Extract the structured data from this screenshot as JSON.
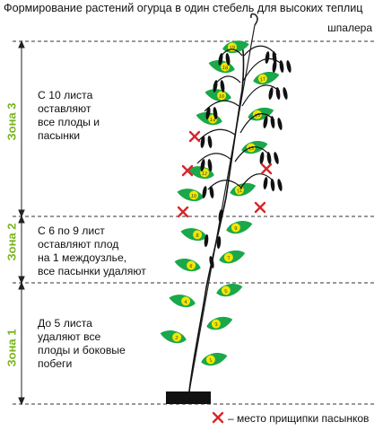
{
  "title": "Формирование растений огурца в один стебель для высоких теплиц",
  "trellis_label": "шпалера",
  "zones": [
    {
      "name": "Зона 3",
      "lines": [
        "С 10 листа",
        "оставляют",
        "все плоды и",
        "пасынки"
      ]
    },
    {
      "name": "Зона 2",
      "lines": [
        "С 6 по 9 лист",
        "оставляют плод",
        "на 1 междоузлье,",
        "все пасынки удаляют"
      ]
    },
    {
      "name": "Зона 1",
      "lines": [
        "До 5 листа",
        "удаляют все",
        "плоды и боковые",
        "побеги"
      ]
    }
  ],
  "legend": {
    "symbol": "×",
    "text": "– место прищипки пасынков"
  },
  "leaf_numbers": [
    "1",
    "2",
    "3",
    "4",
    "5",
    "6",
    "7",
    "8",
    "9",
    "10",
    "11",
    "12",
    "13",
    "14",
    "15",
    "16",
    "17",
    "18",
    "19"
  ],
  "colors": {
    "zone_label": "#7ab51d",
    "leaf": "#1aa84a",
    "fruit": "#111111",
    "cross": "#d7262b",
    "leaf_number": "#f2e600"
  }
}
